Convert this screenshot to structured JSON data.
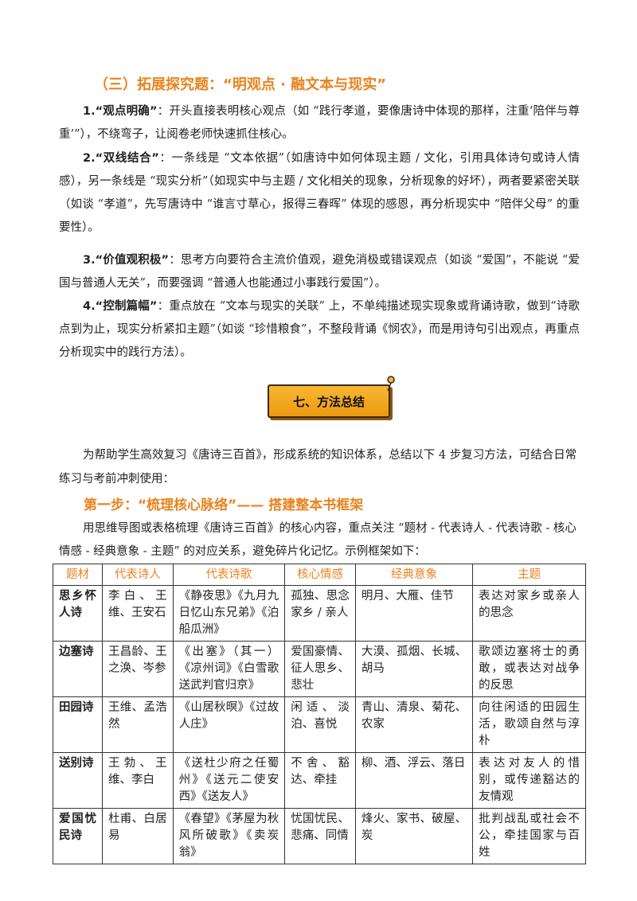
{
  "section": {
    "heading": "（三）拓展探究题：“明观点 · 融文本与现实”",
    "points": [
      {
        "lead": "1.“观点明确”",
        "text": "：开头直接表明核心观点（如 “践行孝道，要像唐诗中体现的那样，注重‘陪伴与尊重’”），不绕弯子，让阅卷老师快速抓住核心。"
      },
      {
        "lead": "2.“双线结合”",
        "text": "：一条线是 “文本依据”（如唐诗中如何体现主题 / 文化，引用具体诗句或诗人情感），另一条线是 “现实分析”（如现实中与主题 / 文化相关的现象，分析现象的好坏），两者要紧密关联（如谈 “孝道”，先写唐诗中 “谁言寸草心，报得三春晖” 体现的感恩，再分析现实中 “陪伴父母” 的重要性）。"
      },
      {
        "lead": "3.“价值观积极”",
        "text": "：思考方向要符合主流价值观，避免消极或错误观点（如谈 “爱国”，不能说 “爱国与普通人无关”，而要强调 “普通人也能通过小事践行爱国”）。"
      },
      {
        "lead": "4.“控制篇幅”",
        "text": "：重点放在 “文本与现实的关联” 上，不单纯描述现实现象或背诵诗歌，做到“诗歌点到为止，现实分析紧扣主题”（如谈 “珍惜粮食”，不整段背诵《悯农》，而是用诗句引出观点，再重点分析现实中的践行方法）。"
      }
    ]
  },
  "banner": {
    "label": "七、方法总结"
  },
  "intro": "为帮助学生高效复习《唐诗三百首》，形成系统的知识体系，总结以下 4 步复习方法，可结合日常练习与考前冲刺使用：",
  "step1": {
    "heading": "第一步：“梳理核心脉络”—— 搭建整本书框架",
    "desc": "用思维导图或表格梳理《唐诗三百首》的核心内容，重点关注 “题材 - 代表诗人 - 代表诗歌 - 核心情感 - 经典意象 - 主题” 的对应关系，避免碎片化记忆。示例框架如下："
  },
  "table": {
    "headers": [
      "题材",
      "代表诗人",
      "代表诗歌",
      "核心情感",
      "经典意象",
      "主题"
    ],
    "rows": [
      [
        "思乡怀人诗",
        "李白、王维、王安石",
        "《静夜思》《九月九日忆山东兄弟》《泊船瓜洲》",
        "孤独、思念家乡 / 亲人",
        "明月、大雁、佳节",
        "表达对家乡或亲人的思念"
      ],
      [
        "边塞诗",
        "王昌龄、王之涣、岑参",
        "《出塞》（其一）《凉州词》《白雪歌送武判官归京》",
        "爱国豪情、征人思乡、悲壮",
        "大漠、孤烟、长城、胡马",
        "歌颂边塞将士的勇敢，或表达对战争的反思"
      ],
      [
        "田园诗",
        "王维、孟浩然",
        "《山居秋暝》《过故人庄》",
        "闲适、淡泊、喜悦",
        "青山、清泉、菊花、农家",
        "向往闲适的田园生活，歌颂自然与淳朴"
      ],
      [
        "送别诗",
        "王勃、王维、李白",
        "《送杜少府之任蜀州》《送元二使安西》《送友人》",
        "不舍、豁达、牵挂",
        "柳、酒、浮云、落日",
        "表达对友人的惜别，或传递豁达的友情观"
      ],
      [
        "爱国忧民诗",
        "杜甫、白居易",
        "《春望》《茅屋为秋风所破歌》《卖炭翁》",
        "忧国忧民、悲痛、同情",
        "烽火、家书、破屋、炭",
        "批判战乱或社会不公，牵挂国家与百姓"
      ]
    ]
  }
}
